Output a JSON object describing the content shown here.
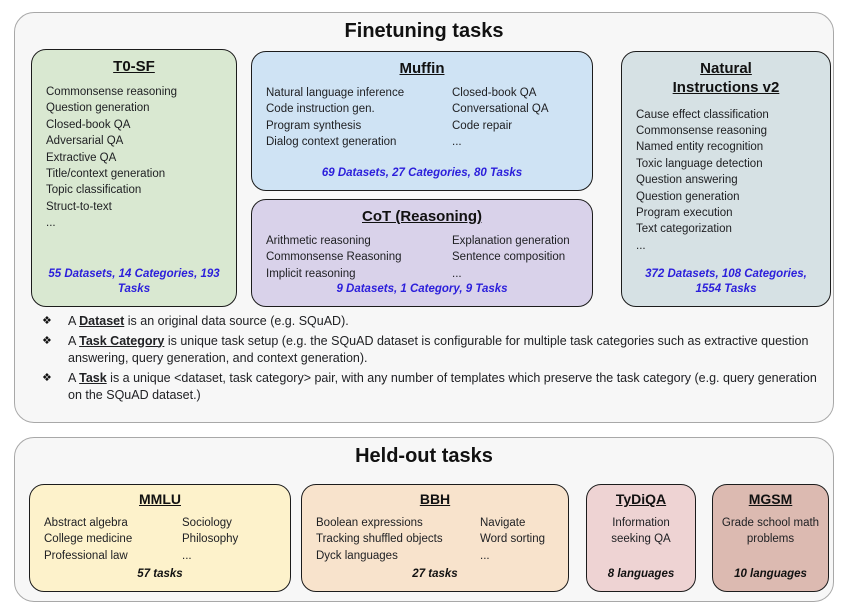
{
  "colors": {
    "green": "#d9e8d1",
    "blue": "#cfe3f4",
    "purple": "#d9d2ea",
    "bluegray": "#d6e1e4",
    "yellow": "#fdf2cb",
    "peach": "#f8e3cc",
    "pink": "#eed3d3",
    "mauve": "#dcbab1",
    "stat_blue": "#2b1edb",
    "border_dark": "#1c1c1c",
    "border_gray": "#a8a8a8",
    "page_bg": "#ffffff",
    "panel_bg": "#f7f7f7",
    "text": "#202124"
  },
  "finetuning": {
    "title": "Finetuning tasks",
    "t0sf": {
      "title": "T0-SF",
      "items": [
        "Commonsense reasoning",
        "Question generation",
        "Closed-book QA",
        "Adversarial QA",
        "Extractive QA",
        "Title/context generation",
        "Topic classification",
        "Struct-to-text",
        "..."
      ],
      "stats": "55 Datasets, 14 Categories, 193 Tasks"
    },
    "muffin": {
      "title": "Muffin",
      "col1": [
        "Natural language inference",
        "Code instruction gen.",
        "Program synthesis",
        "Dialog context generation"
      ],
      "col2": [
        "Closed-book QA",
        "Conversational QA",
        "Code repair",
        "..."
      ],
      "stats": "69 Datasets, 27 Categories, 80 Tasks"
    },
    "cot": {
      "title": "CoT (Reasoning)",
      "col1": [
        "Arithmetic reasoning",
        "Commonsense Reasoning",
        "Implicit reasoning"
      ],
      "col2": [
        "Explanation generation",
        "Sentence composition",
        "..."
      ],
      "stats": "9 Datasets, 1 Category, 9 Tasks"
    },
    "niv2": {
      "title": "Natural Instructions v2",
      "items": [
        "Cause effect classification",
        "Commonsense reasoning",
        "Named entity recognition",
        "Toxic language detection",
        "Question answering",
        "Question generation",
        "Program execution",
        "Text categorization",
        "..."
      ],
      "stats": "372 Datasets, 108 Categories, 1554 Tasks"
    },
    "notes": [
      {
        "bullet": "❖",
        "prefix": "A ",
        "term": "Dataset",
        "rest": " is an original data source (e.g. SQuAD)."
      },
      {
        "bullet": "❖",
        "prefix": "A ",
        "term": "Task Category",
        "rest": " is unique task setup (e.g. the SQuAD dataset is configurable for multiple task categories such as extractive question answering, query generation, and context generation)."
      },
      {
        "bullet": "❖",
        "prefix": "A ",
        "term": "Task",
        "rest": " is a unique <dataset, task category> pair, with any number of templates which preserve the task category (e.g. query generation on the SQuAD dataset.)"
      }
    ]
  },
  "heldout": {
    "title": "Held-out tasks",
    "mmlu": {
      "title": "MMLU",
      "col1": [
        "Abstract algebra",
        "College medicine",
        "Professional law"
      ],
      "col2": [
        "Sociology",
        "Philosophy",
        "..."
      ],
      "stats": "57 tasks"
    },
    "bbh": {
      "title": "BBH",
      "col1": [
        "Boolean expressions",
        "Tracking shuffled objects",
        "Dyck languages"
      ],
      "col2": [
        "Navigate",
        "Word sorting",
        "..."
      ],
      "stats": "27 tasks"
    },
    "tydiqa": {
      "title": "TyDiQA",
      "desc": "Information seeking QA",
      "stats": "8 languages"
    },
    "mgsm": {
      "title": "MGSM",
      "desc": "Grade school math problems",
      "stats": "10 languages"
    }
  }
}
